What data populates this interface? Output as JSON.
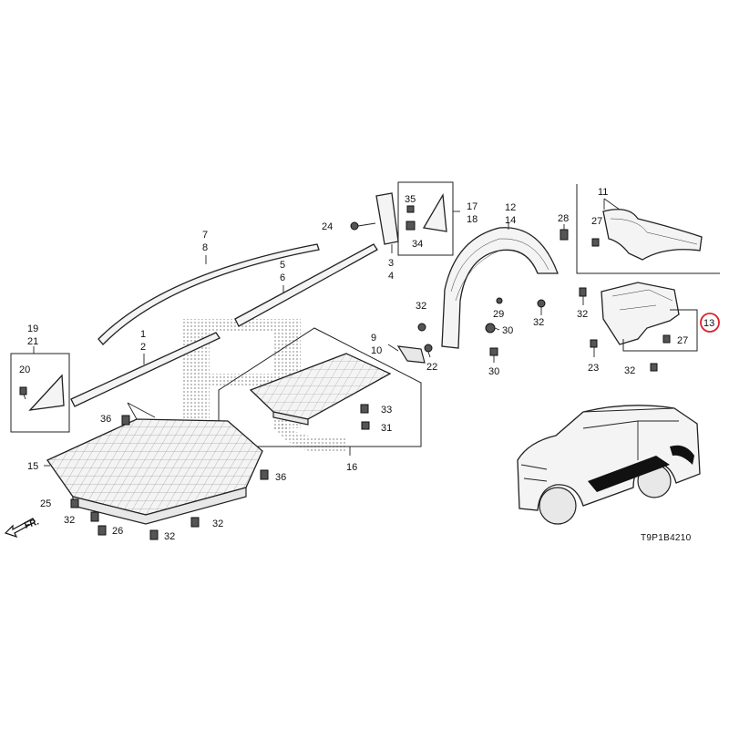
{
  "diagram": {
    "reference_code": "T9P1B4210",
    "direction_label": "FR.",
    "highlight_color": "#e0202a",
    "highlighted_callout": "13",
    "callouts": {
      "c1": "1",
      "c2": "2",
      "c3": "3",
      "c4": "4",
      "c5": "5",
      "c6": "6",
      "c7": "7",
      "c8": "8",
      "c9": "9",
      "c10": "10",
      "c11": "11",
      "c12": "12",
      "c13": "13",
      "c14": "14",
      "c15": "15",
      "c16": "16",
      "c17": "17",
      "c18": "18",
      "c19": "19",
      "c20": "20",
      "c21": "21",
      "c22": "22",
      "c23": "23",
      "c24": "24",
      "c25": "25",
      "c26": "26",
      "c27": "27",
      "c28": "28",
      "c29": "29",
      "c30": "30",
      "c31": "31",
      "c32": "32",
      "c33": "33",
      "c34": "34",
      "c35": "35",
      "c36": "36"
    }
  }
}
